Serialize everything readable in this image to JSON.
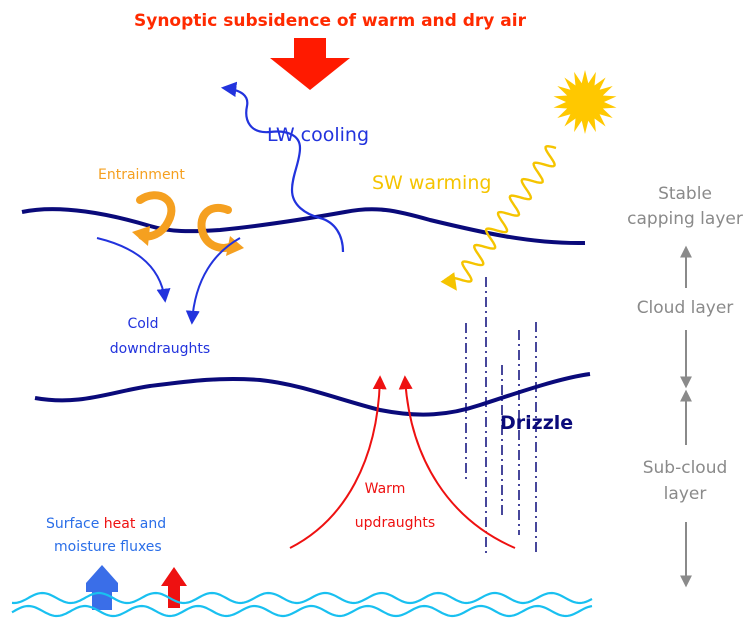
{
  "title": "Synoptic subsidence of warm and dry air",
  "labels": {
    "lw_cooling": "LW cooling",
    "sw_warming": "SW warming",
    "entrainment": "Entrainment",
    "cold_line1": "Cold",
    "cold_line2": "downdraughts",
    "drizzle": "Drizzle",
    "warm_line1": "Warm",
    "warm_line2": "updraughts",
    "surface_part1": "Surface ",
    "surface_part2": "heat",
    "surface_part3": " and",
    "surface_line2": "moisture fluxes"
  },
  "layers": {
    "stable_line1": "Stable",
    "stable_line2": "capping layer",
    "cloud": "Cloud layer",
    "subcloud_line1": "Sub-cloud",
    "subcloud_line2": "layer"
  },
  "colors": {
    "title": "#ff2a00",
    "navy": "#0a0a7a",
    "blue": "#2233dd",
    "orange": "#f5a020",
    "sw_yellow": "#f5c400",
    "sun": "#ffc800",
    "red": "#ee1111",
    "wave": "#19c0f0",
    "gray": "#8a8a8a"
  }
}
